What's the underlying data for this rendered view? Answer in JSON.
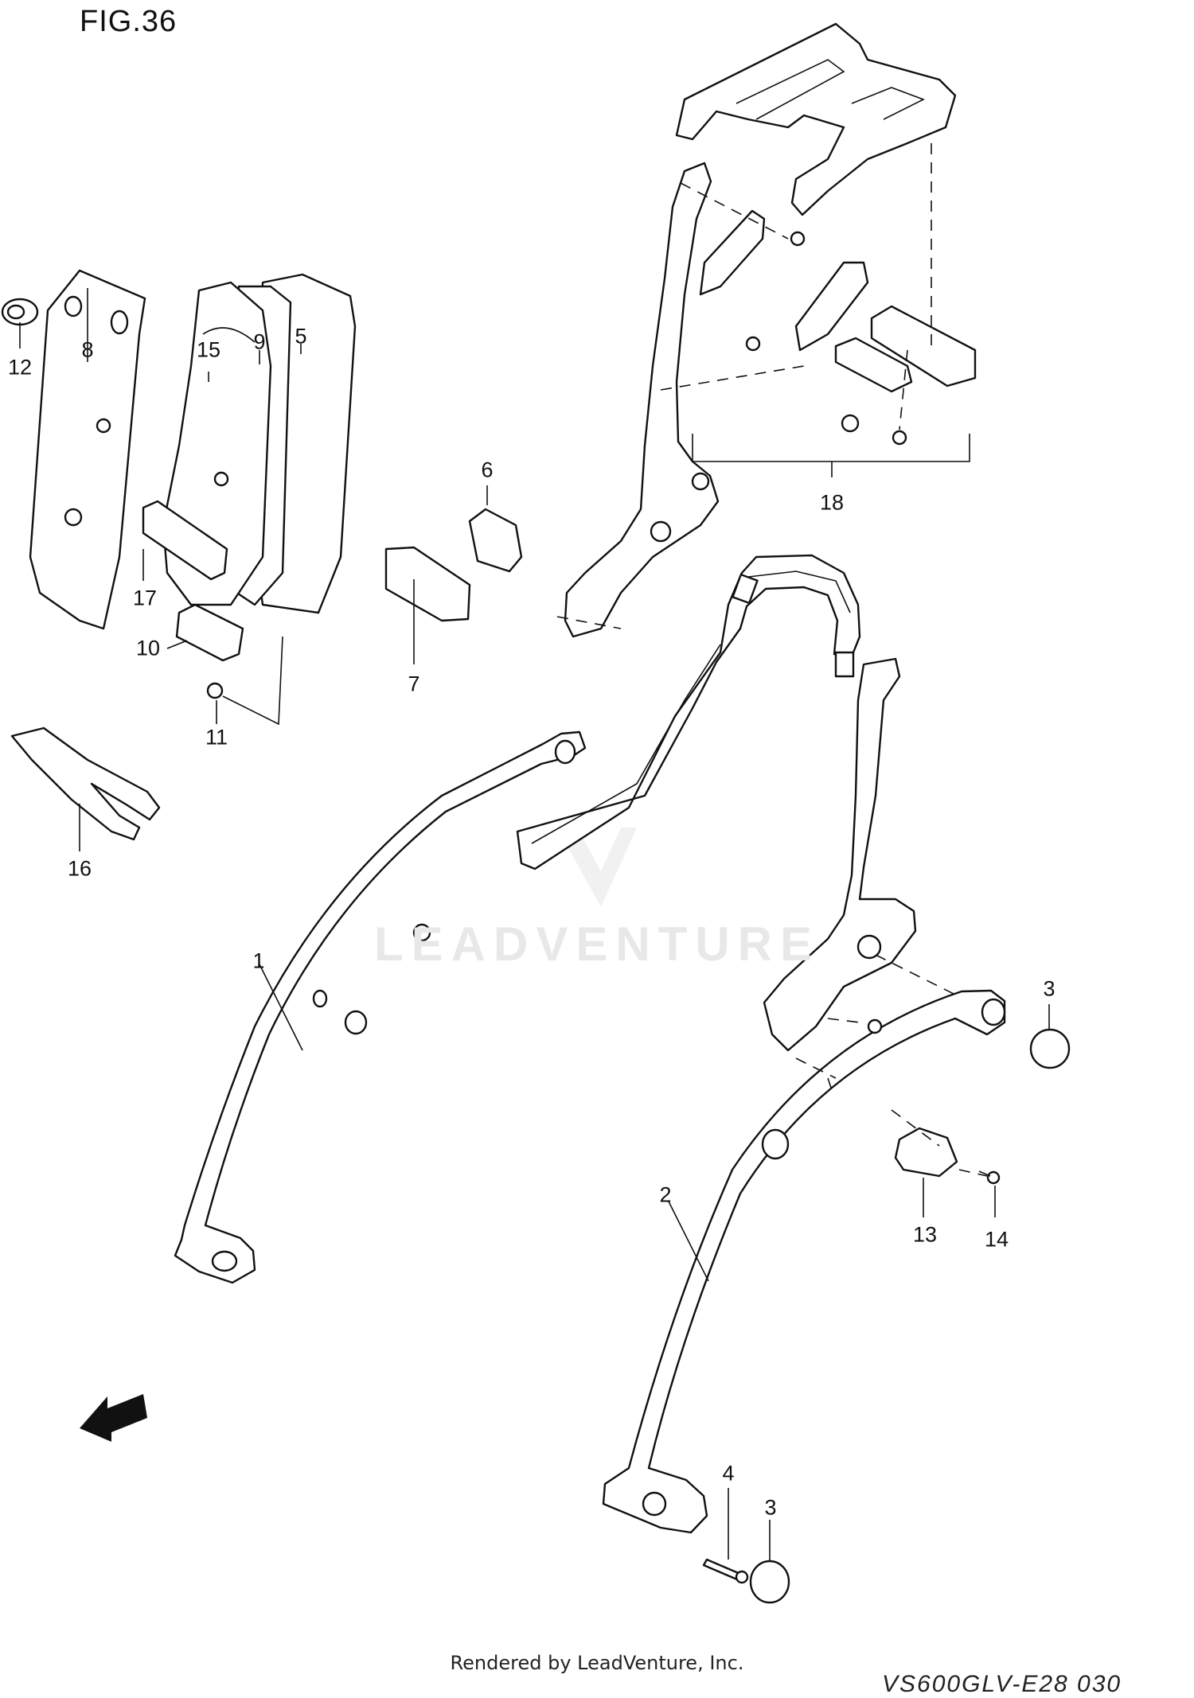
{
  "figure": {
    "title": "FIG.36",
    "footer": "Rendered by LeadVenture, Inc.",
    "drawing_code": "VS600GLV-E28 030",
    "watermark": "LEADVENTURE",
    "direction_label": "FWD"
  },
  "callouts": [
    {
      "id": "c1",
      "label": "1"
    },
    {
      "id": "c2",
      "label": "2"
    },
    {
      "id": "c3a",
      "label": "3"
    },
    {
      "id": "c3b",
      "label": "3"
    },
    {
      "id": "c4",
      "label": "4"
    },
    {
      "id": "c5",
      "label": "5"
    },
    {
      "id": "c6",
      "label": "6"
    },
    {
      "id": "c7",
      "label": "7"
    },
    {
      "id": "c8",
      "label": "8"
    },
    {
      "id": "c9",
      "label": "9"
    },
    {
      "id": "c10",
      "label": "10"
    },
    {
      "id": "c11",
      "label": "11"
    },
    {
      "id": "c12",
      "label": "12"
    },
    {
      "id": "c13",
      "label": "13"
    },
    {
      "id": "c14",
      "label": "14"
    },
    {
      "id": "c15",
      "label": "15"
    },
    {
      "id": "c16",
      "label": "16"
    },
    {
      "id": "c17",
      "label": "17"
    },
    {
      "id": "c18",
      "label": "18"
    }
  ]
}
